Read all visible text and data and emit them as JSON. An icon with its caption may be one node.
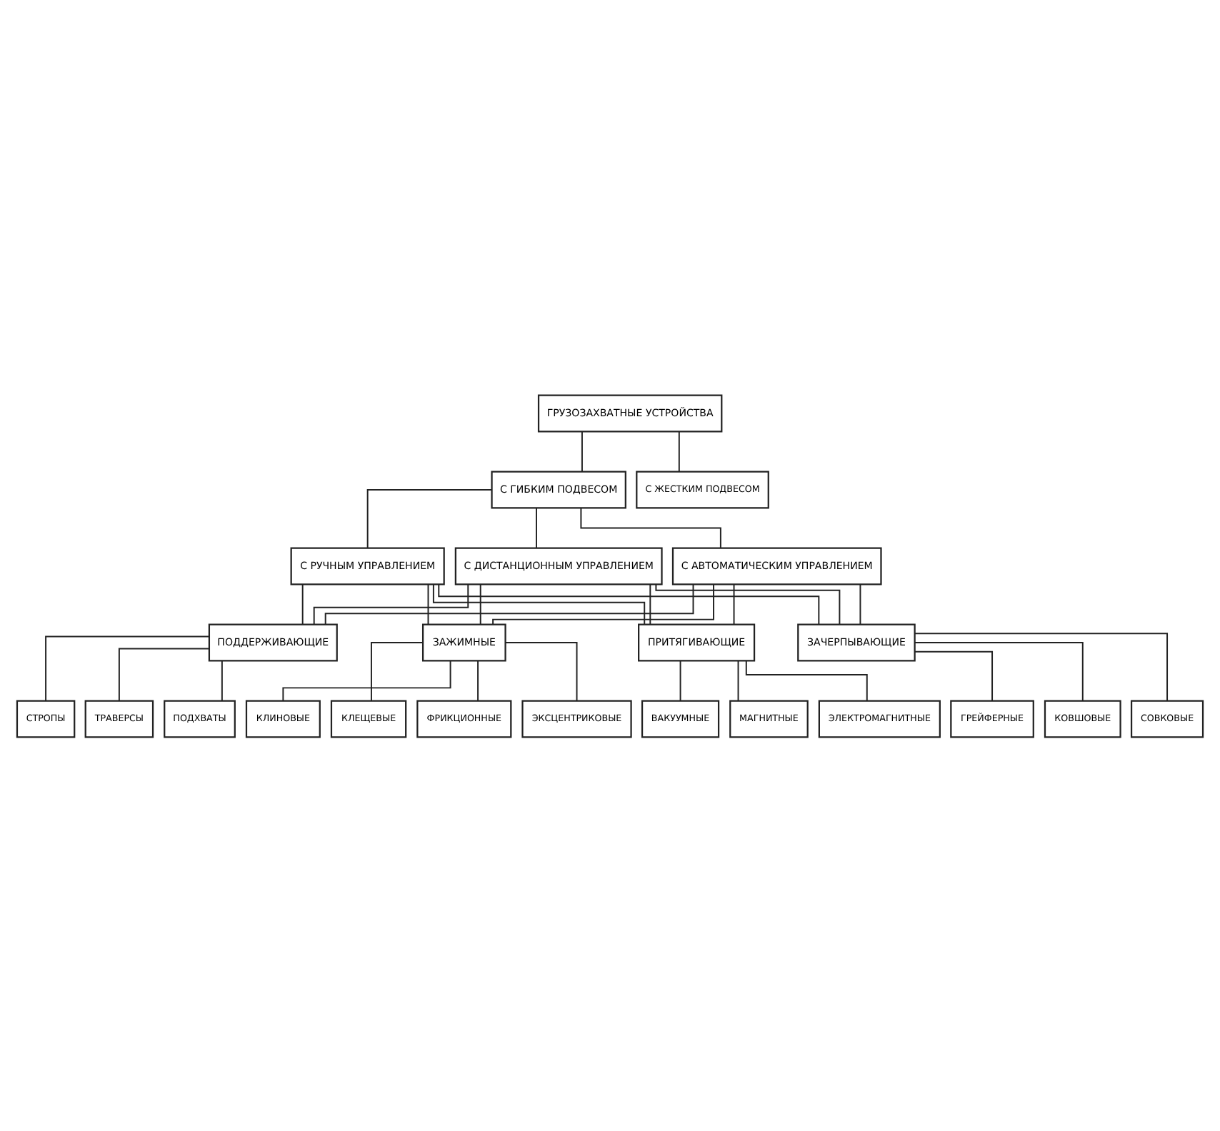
{
  "diagram": {
    "nodes": [
      {
        "text": [
          "ГРУЗОЗАХВАТНЫЕ УСТРОЙСТВА"
        ]
      },
      {
        "text": [
          "С ГИБКИМ ПОДВЕСОМ"
        ]
      },
      {
        "text": [
          "С ЖЕСТКИМ ПОДВЕСОМ"
        ]
      },
      {
        "text": [
          "С РУЧНЫМ УПРАВЛЕНИЕМ"
        ]
      },
      {
        "text": [
          "С ДИСТАНЦИОННЫМ УПРАВЛЕНИЕМ"
        ]
      },
      {
        "text": [
          "С АВТОМАТИЧЕСКИМ УПРАВЛЕНИЕМ"
        ]
      },
      {
        "text": [
          "ПОДДЕРЖИВАЮЩИЕ"
        ]
      },
      {
        "text": [
          "ЗАЖИМНЫЕ"
        ]
      },
      {
        "text": [
          "ПРИТЯГИВАЮЩИЕ"
        ]
      },
      {
        "text": [
          "ЗАЧЕРПЫВАЮЩИЕ"
        ]
      },
      {
        "text": [
          "СТРОПЫ"
        ]
      },
      {
        "text": [
          "ТРАВЕРСЫ"
        ]
      },
      {
        "text": [
          "ПОДХВАТЫ"
        ]
      },
      {
        "text": [
          "КЛЕЩЕВЫЕ"
        ]
      },
      {
        "text": [
          "ФРИКЦИОННЫЕ"
        ]
      },
      {
        "text": [
          "ЭКСЦЕНТРИКОВЫЕ"
        ]
      },
      {
        "text": [
          "КЛИНОВЫЕ"
        ]
      },
      {
        "text": [
          "ВАКУУМНЫЕ"
        ]
      },
      {
        "text": [
          "МАГНИТНЫЕ"
        ]
      },
      {
        "text": [
          "ЭЛЕКТРОМАГНИТНЫЕ"
        ]
      },
      {
        "text": [
          "ГРЕЙФЕРНЫЕ"
        ]
      },
      {
        "text": [
          "КОВШОВЫЕ"
        ]
      },
      {
        "text": [
          "СОВКОВЫЕ"
        ]
      }
    ],
    "edges": [
      {
        "from": 0,
        "to": 1,
        "arrow": "none"
      },
      {
        "from": 0,
        "to": 2,
        "arrow": "none"
      },
      {
        "from": 1,
        "to": 3,
        "arrow": "none"
      },
      {
        "from": 1,
        "to": 4,
        "arrow": "none"
      },
      {
        "from": 1,
        "to": 5,
        "arrow": "none"
      },
      {
        "from": 3,
        "to": 6,
        "arrow": "none"
      },
      {
        "from": 3,
        "to": 7,
        "arrow": "none"
      },
      {
        "from": 3,
        "to": 8,
        "arrow": "none"
      },
      {
        "from": 3,
        "to": 9,
        "arrow": "none"
      },
      {
        "from": 4,
        "to": 6,
        "arrow": "none"
      },
      {
        "from": 4,
        "to": 7,
        "arrow": "none"
      },
      {
        "from": 4,
        "to": 8,
        "arrow": "none"
      },
      {
        "from": 4,
        "to": 9,
        "arrow": "none"
      },
      {
        "from": 5,
        "to": 6,
        "arrow": "none"
      },
      {
        "from": 5,
        "to": 7,
        "arrow": "none"
      },
      {
        "from": 5,
        "to": 8,
        "arrow": "none"
      },
      {
        "from": 5,
        "to": 9,
        "arrow": "none"
      },
      {
        "from": 6,
        "to": 10,
        "arrow": "none"
      },
      {
        "from": 6,
        "to": 11,
        "arrow": "none"
      },
      {
        "from": 6,
        "to": 12,
        "arrow": "none"
      },
      {
        "from": 7,
        "to": 13,
        "arrow": "none"
      },
      {
        "from": 7,
        "to": 14,
        "arrow": "none"
      },
      {
        "from": 7,
        "to": 15,
        "arrow": "none"
      },
      {
        "from": 7,
        "to": 16,
        "arrow": "none"
      },
      {
        "from": 8,
        "to": 17,
        "arrow": "none"
      },
      {
        "from": 8,
        "to": 18,
        "arrow": "none"
      },
      {
        "from": 8,
        "to": 19,
        "arrow": "none"
      },
      {
        "from": 9,
        "to": 20,
        "arrow": "none"
      },
      {
        "from": 9,
        "to": 21,
        "arrow": "none"
      },
      {
        "from": 9,
        "to": 22,
        "arrow": "none"
      }
    ]
  }
}
